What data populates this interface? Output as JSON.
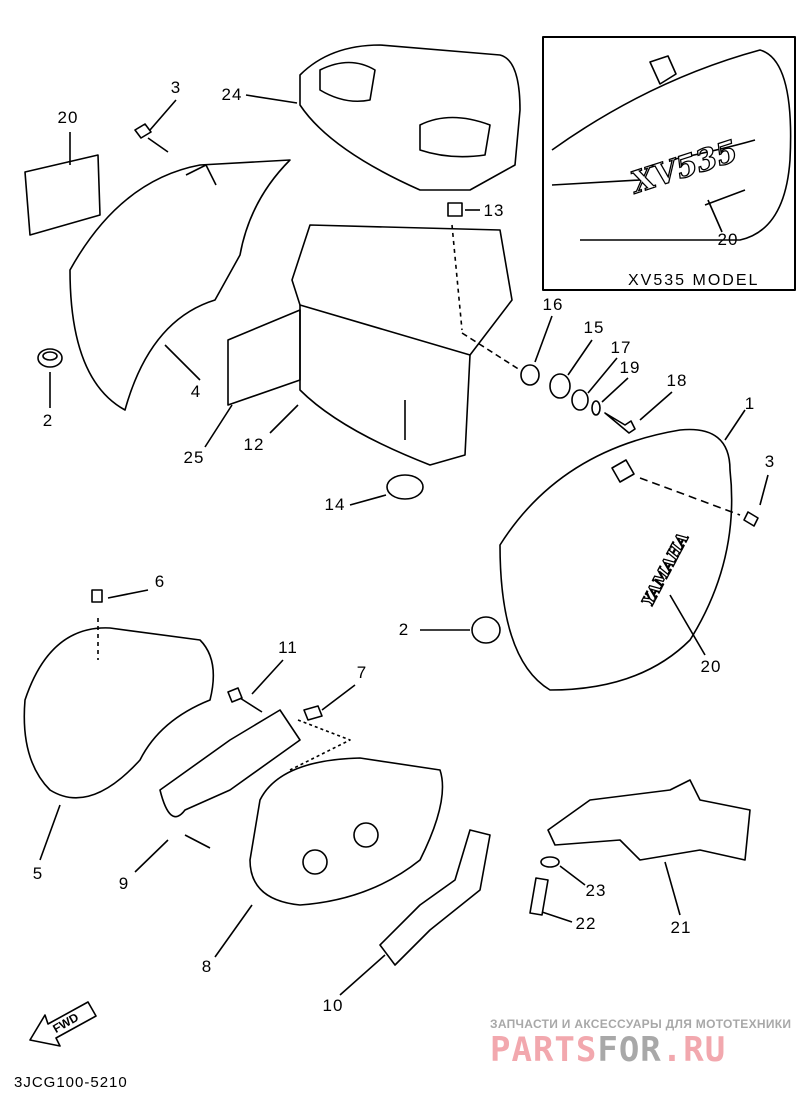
{
  "diagram": {
    "code": "3JCG100-5210",
    "inset_caption": "XV535 MODEL",
    "decals": {
      "inset": "XV535",
      "side_cover": "YAMAHA"
    },
    "fwd_arrow": "FWD",
    "labels": {
      "p3a": "3",
      "p24": "24",
      "p20a": "20",
      "p13": "13",
      "p2a": "2",
      "p4": "4",
      "p25": "25",
      "p12": "12",
      "p16": "16",
      "p15": "15",
      "p17": "17",
      "p19": "19",
      "p18": "18",
      "p1": "1",
      "p3b": "3",
      "p14": "14",
      "p6": "6",
      "p2b": "2",
      "p20b": "20",
      "p11": "11",
      "p7": "7",
      "p5": "5",
      "p9": "9",
      "p8": "8",
      "p10": "10",
      "p23": "23",
      "p22": "22",
      "p21": "21",
      "p20c": "20"
    }
  },
  "watermark": {
    "tagline": "ЗАПЧАСТИ И АКСЕССУАРЫ ДЛЯ МОТОТЕХНИКИ",
    "brand_a": "PARTS",
    "brand_b": "FOR",
    "brand_c": ".RU"
  }
}
